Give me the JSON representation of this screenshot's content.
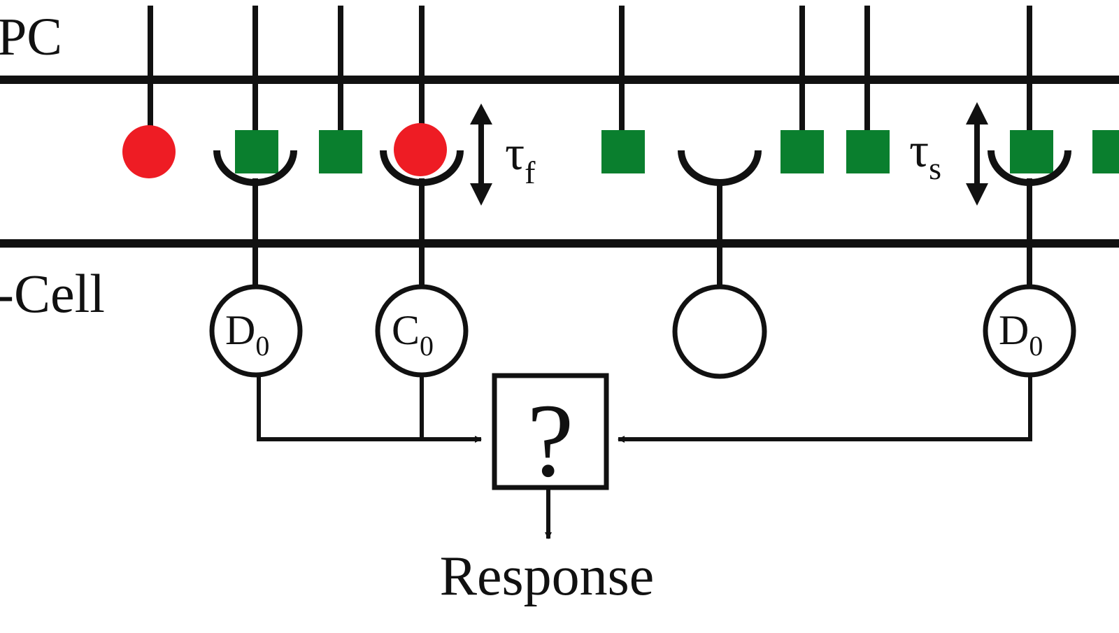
{
  "labels": {
    "top_row": "PC",
    "bottom_row": "-Cell",
    "tau_f": "τ",
    "tau_f_sub": "f",
    "tau_s": "τ",
    "tau_s_sub": "s",
    "response": "Response",
    "question": "?"
  },
  "cells": [
    {
      "letter": "D",
      "sub": "0"
    },
    {
      "letter": "C",
      "sub": "0"
    },
    {
      "letter": "",
      "sub": ""
    },
    {
      "letter": "D",
      "sub": "0"
    }
  ],
  "colors": {
    "line": "#111111",
    "red_marker": "#ee1c24",
    "green_marker": "#0a7f2e",
    "background": "#ffffff"
  }
}
